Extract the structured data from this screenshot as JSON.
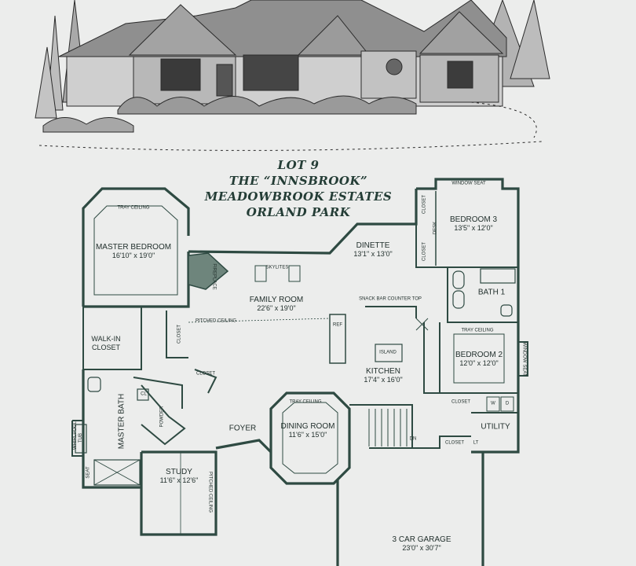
{
  "header": {
    "lot": "LOT 9",
    "name": "THE “INNSBROOK”",
    "subdivision": "MEADOWBROOK ESTATES",
    "city": "ORLAND PARK"
  },
  "rooms": {
    "master_bedroom": {
      "name": "MASTER BEDROOM",
      "dim": "16'10\" x 19'0\"",
      "ceiling": "TRAY CEILING"
    },
    "bedroom3": {
      "name": "BEDROOM 3",
      "dim": "13'5\" x 12'0\"",
      "window": "WINDOW SEAT"
    },
    "dinette": {
      "name": "DINETTE",
      "dim": "13'1\" x 13'0\""
    },
    "family_room": {
      "name": "FAMILY ROOM",
      "dim": "22'6\" x 19'0\"",
      "ceiling": "PITCHED CEILING"
    },
    "bath1": {
      "name": "BATH 1"
    },
    "bedroom2": {
      "name": "BEDROOM 2",
      "dim": "12'0\" x 12'0\"",
      "ceiling": "TRAY CEILING",
      "window": "WINDOW SEAT"
    },
    "kitchen": {
      "name": "KITCHEN",
      "dim": "17'4\" x 16'0\"",
      "island": "ISLAND",
      "counter": "SNACK BAR COUNTER TOP",
      "ref": "REF"
    },
    "walkin": {
      "name": "WALK-IN CLOSET"
    },
    "master_bath": {
      "name": "MASTER BATH",
      "tub": "WHIRLPOOL TUB",
      "seat": "SEAT"
    },
    "powder": {
      "name": "POWDER"
    },
    "foyer": {
      "name": "FOYER"
    },
    "dining": {
      "name": "DINING ROOM",
      "dim": "11'6\" x 15'0\"",
      "ceiling": "TRAY CEILING"
    },
    "utility": {
      "name": "UTILITY",
      "w": "W",
      "d": "D"
    },
    "study": {
      "name": "STUDY",
      "dim": "11'6\" x 12'6\"",
      "ceiling": "PITCHED CEILING"
    },
    "garage": {
      "name": "3 CAR GARAGE",
      "dim": "23'0\" x 30'7\""
    }
  },
  "labels": {
    "closet": "CLOSET",
    "fireplace": "FIREPLACE",
    "skylites": "SKYLITES",
    "desk": "DESK",
    "cl": "CL",
    "dn": "DN",
    "lt": "LT"
  }
}
